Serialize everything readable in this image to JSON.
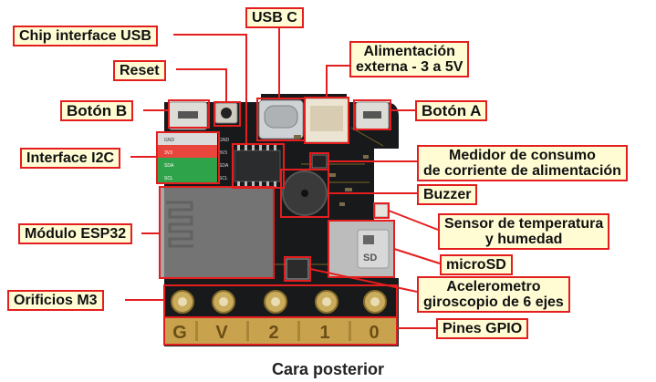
{
  "labels": {
    "chip_usb": "Chip interface USB",
    "usb_c": "USB C",
    "reset": "Reset",
    "alimentacion_1": "Alimentación",
    "alimentacion_2": "externa - 3 a 5V",
    "boton_b": "Botón B",
    "boton_a": "Botón A",
    "i2c": "Interface I2C",
    "medidor_1": "Medidor de consumo",
    "medidor_2": "de corriente de alimentación",
    "buzzer": "Buzzer",
    "esp32": "Módulo ESP32",
    "sensor_1": "Sensor de temperatura",
    "sensor_2": "y humedad",
    "microsd": "microSD",
    "orificios": "Orificios M3",
    "acel_1": "Acelerometro",
    "acel_2": "giroscopio de 6 ejes",
    "gpio": "Pines GPIO"
  },
  "board": {
    "i2c_pins": [
      "GND",
      "3V3",
      "SDA",
      "SCL"
    ],
    "i2c_wires": [
      "GND",
      "3V3",
      "SDA",
      "SCL"
    ],
    "sd_text": "SD",
    "gpio_marks": [
      "G",
      "V",
      "2",
      "1",
      "0"
    ]
  },
  "caption": "Cara posterior",
  "colors": {
    "accent": "#e41e1e",
    "label_bg": "#fffcd4",
    "board": "#17191b"
  }
}
